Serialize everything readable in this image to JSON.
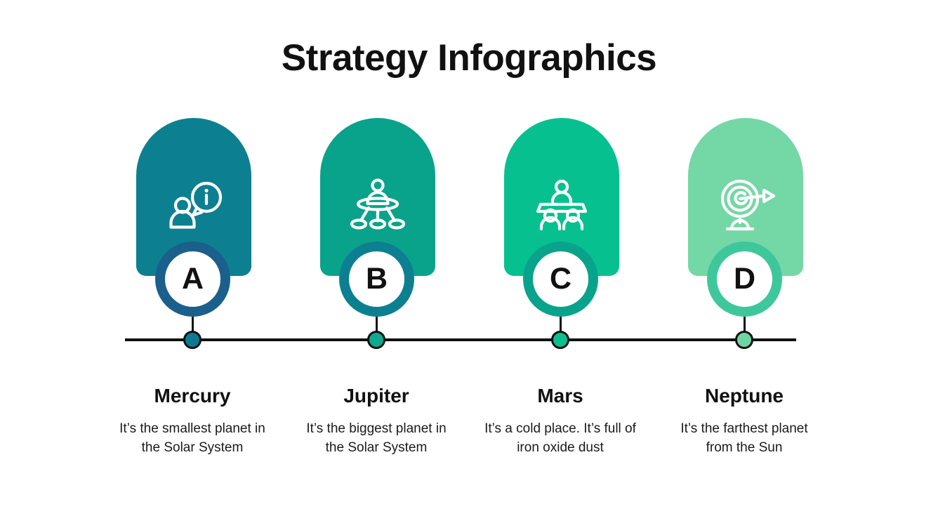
{
  "slide": {
    "title": "Strategy Infographics",
    "background_color": "#ffffff",
    "text_color": "#111111"
  },
  "timeline": {
    "line_color": "#111111",
    "dot_border_color": "#111111"
  },
  "items": [
    {
      "letter": "A",
      "name": "Mercury",
      "description": "It’s the smallest planet in the Solar System",
      "card_color": "#0c8090",
      "ring_color": "#1b5f8c",
      "dot_color": "#0c7b92",
      "icon": "person-info-icon"
    },
    {
      "letter": "B",
      "name": "Jupiter",
      "description": "It’s the biggest planet in the Solar System",
      "card_color": "#09a38b",
      "ring_color": "#0c8090",
      "dot_color": "#0ea98e",
      "icon": "round-table-presentation-icon"
    },
    {
      "letter": "C",
      "name": "Mars",
      "description": "It’s a cold place. It’s full of iron oxide dust",
      "card_color": "#06c18f",
      "ring_color": "#09a38b",
      "dot_color": "#0dbf8e",
      "icon": "team-meeting-icon"
    },
    {
      "letter": "D",
      "name": "Neptune",
      "description": "It’s the farthest planet from the Sun",
      "card_color": "#74d7a6",
      "ring_color": "#3ec79b",
      "dot_color": "#6fd6a3",
      "icon": "target-arrow-icon"
    }
  ]
}
